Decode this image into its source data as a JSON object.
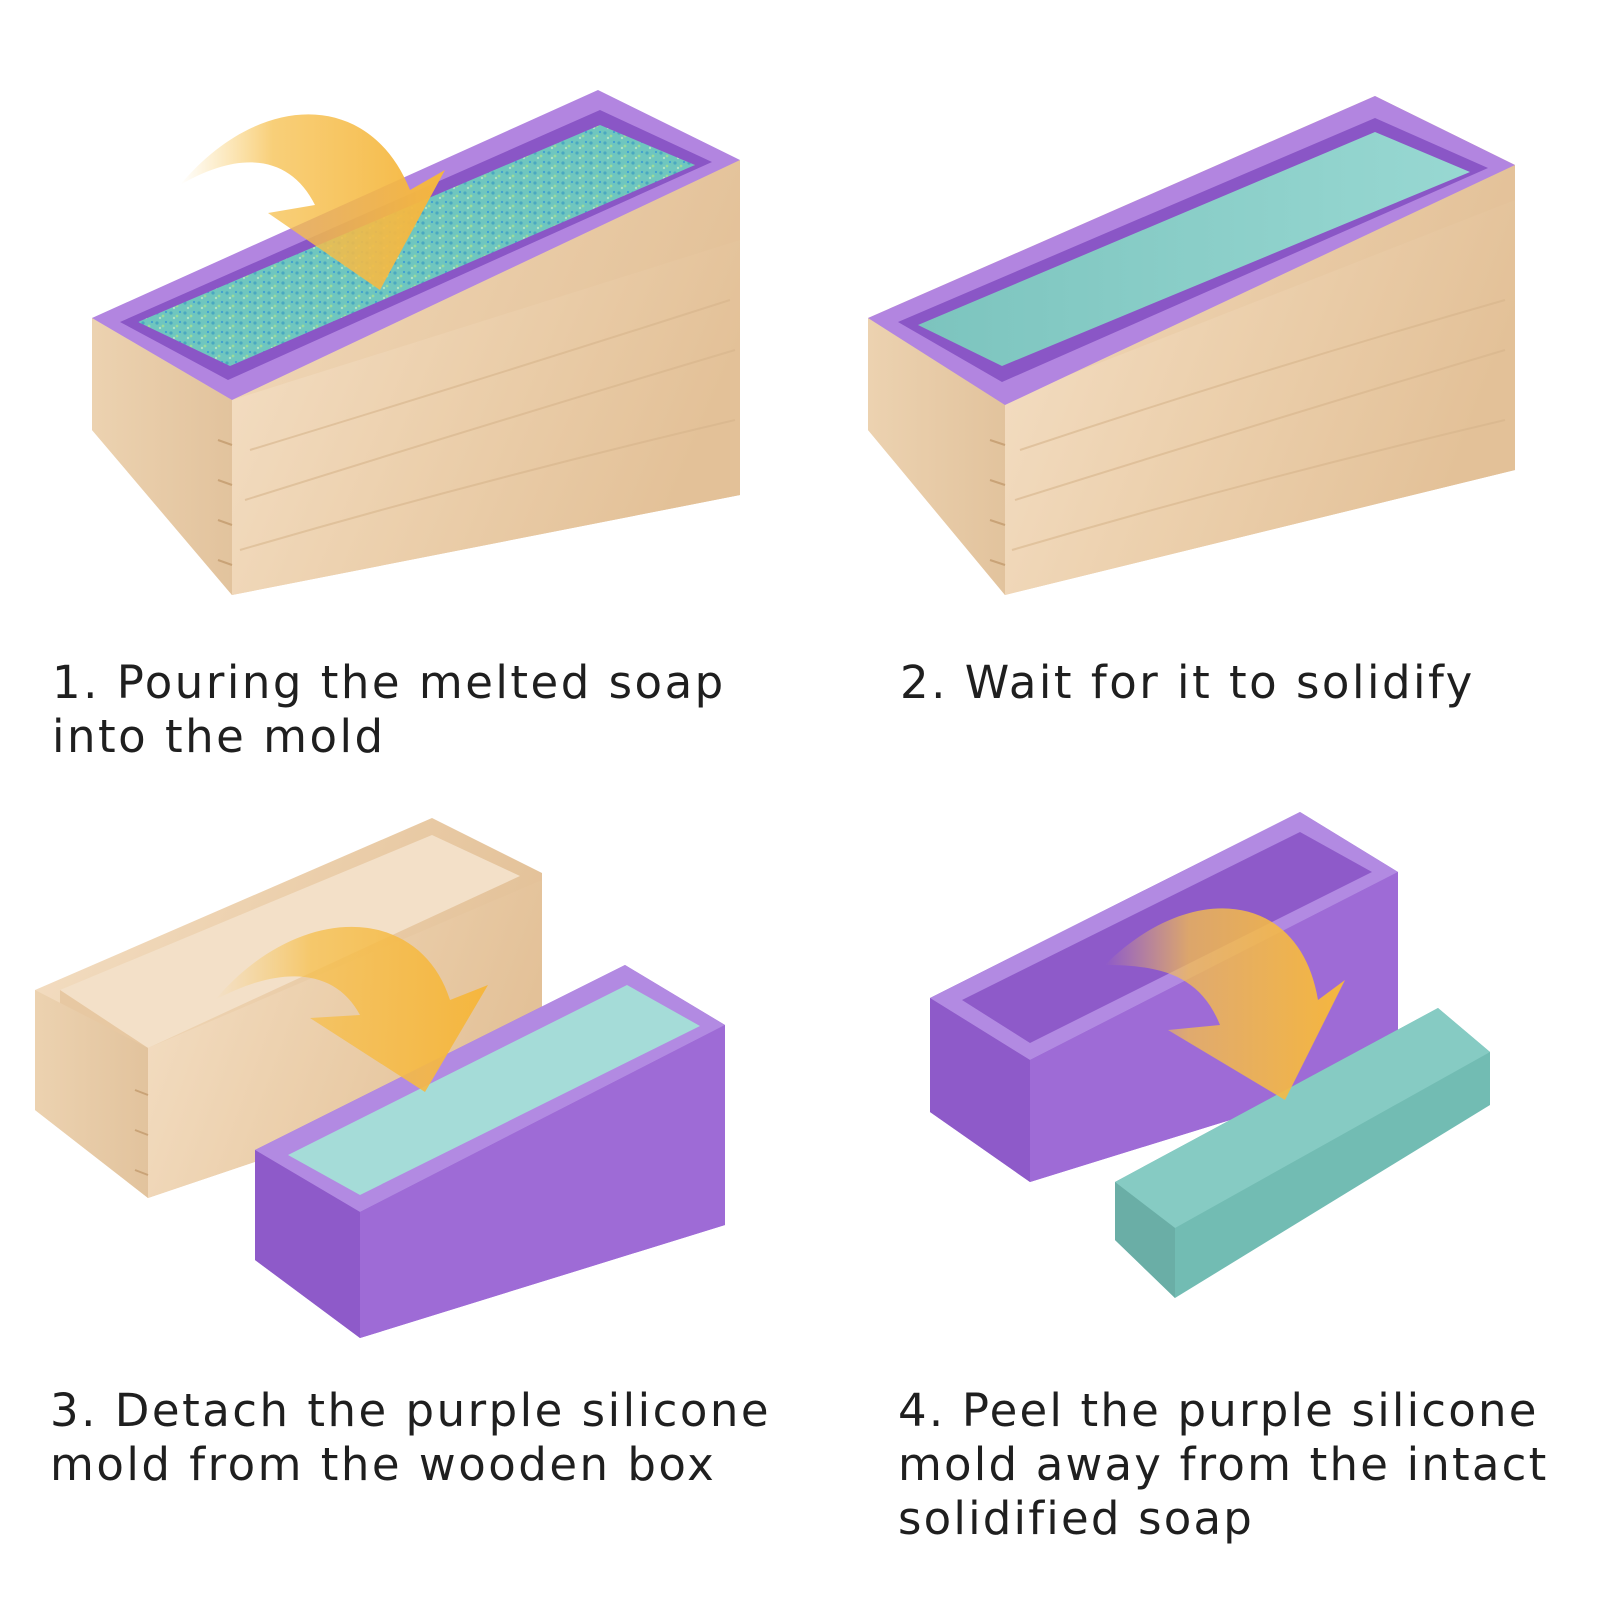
{
  "steps": [
    {
      "number": "1.",
      "lines": [
        "1. Pouring the melted soap",
        "into the mold"
      ]
    },
    {
      "number": "2.",
      "lines": [
        "2. Wait for it to solidify"
      ]
    },
    {
      "number": "3.",
      "lines": [
        "3. Detach the purple silicone",
        "mold from the wooden box"
      ]
    },
    {
      "number": "4.",
      "lines": [
        "4. Peel the purple silicone",
        "mold away from the intact",
        "solidified soap"
      ]
    }
  ],
  "colors": {
    "wood_light": "#f3dcc0",
    "wood_mid": "#e8c9a3",
    "wood_dark": "#d9b48a",
    "silicone": "#9b68d3",
    "silicone_light": "#b48ae0",
    "silicone_dark": "#7d4bb8",
    "soap": "#8fd0ca",
    "soap_dark": "#6fb3ab",
    "arrow": "#f5b942",
    "text": "#1f1f1f"
  },
  "icons": [
    "curved-arrow-icon",
    "wooden-box-icon",
    "silicone-mold-icon",
    "soap-bar-icon"
  ]
}
